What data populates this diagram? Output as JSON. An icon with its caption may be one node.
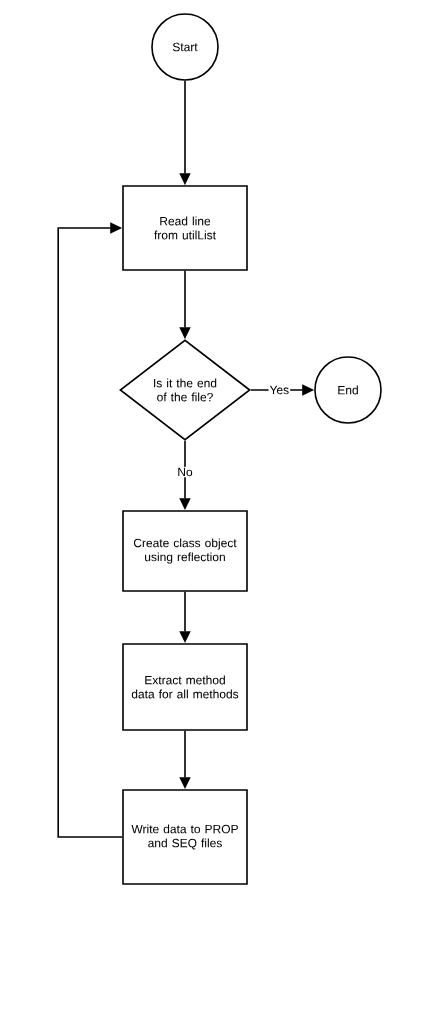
{
  "diagram": {
    "nodes": [
      {
        "text": [
          "Start"
        ]
      },
      {
        "text": [
          "Read line from utilList"
        ]
      },
      {
        "text": [
          "Is it the end of the file?"
        ]
      },
      {
        "text": [
          "End"
        ]
      },
      {
        "text": [
          "Create class object using reflection"
        ]
      },
      {
        "text": [
          "Extract method data for all methods"
        ]
      },
      {
        "text": [
          "Write data to PROP and SEQ files"
        ]
      }
    ],
    "edges": [
      {
        "from": 0,
        "to": 1,
        "arrow": "to"
      },
      {
        "from": 1,
        "to": 2,
        "arrow": "to"
      },
      {
        "from": 2,
        "to": 3,
        "arrow": "to",
        "label": "Yes"
      },
      {
        "from": 2,
        "to": 4,
        "arrow": "to",
        "label": "No"
      },
      {
        "from": 4,
        "to": 5,
        "arrow": "to"
      },
      {
        "from": 5,
        "to": 6,
        "arrow": "to"
      },
      {
        "from": 6,
        "to": 1,
        "arrow": "to"
      }
    ]
  }
}
